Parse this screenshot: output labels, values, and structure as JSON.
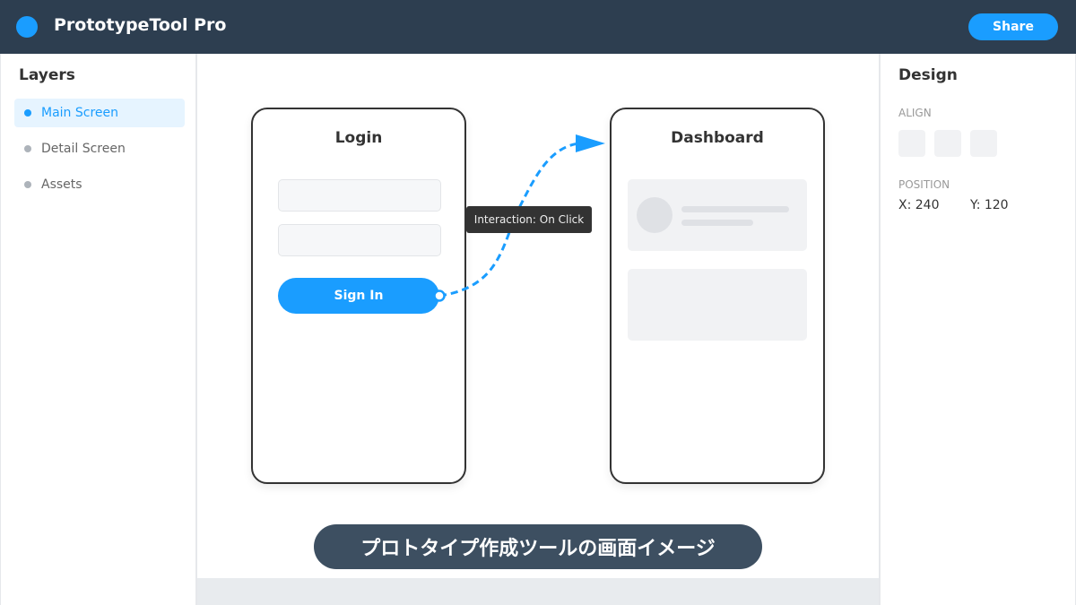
{
  "header": {
    "title": "PrototypeTool Pro",
    "share_label": "Share"
  },
  "layers": {
    "title": "Layers",
    "items": [
      {
        "label": "Main Screen",
        "active": true
      },
      {
        "label": "Detail Screen"
      },
      {
        "label": "Assets"
      }
    ]
  },
  "design": {
    "title": "Design",
    "align_label": "ALIGN",
    "position_label": "POSITION",
    "x": "X: 240",
    "y": "Y: 120"
  },
  "canvas": {
    "login": {
      "title": "Login",
      "button": "Sign In"
    },
    "dashboard": {
      "title": "Dashboard"
    },
    "tooltip": "Interaction: On Click",
    "caption": "プロトタイプ作成ツールの画面イメージ"
  },
  "colors": {
    "accent": "#1a9dff",
    "header": "#2d3e50"
  }
}
